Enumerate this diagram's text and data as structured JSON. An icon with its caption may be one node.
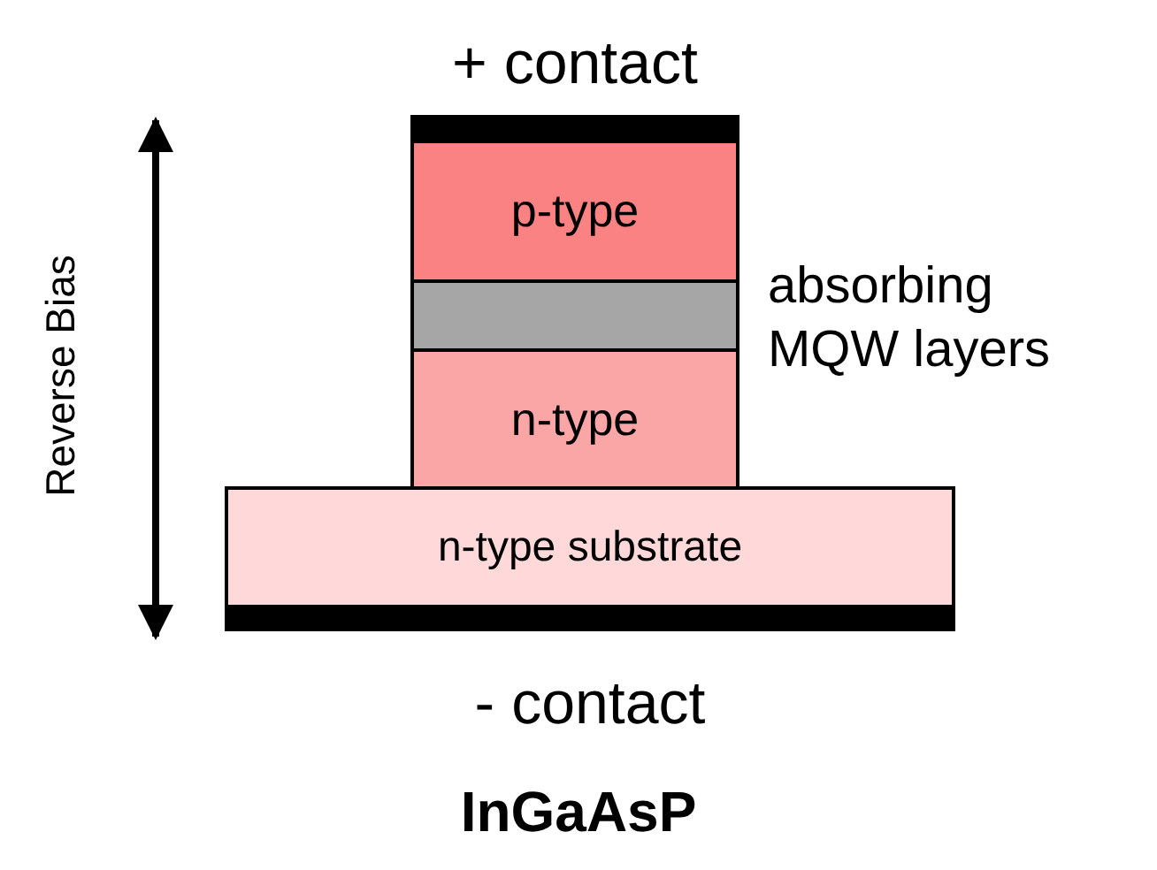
{
  "diagram": {
    "caption": "InGaAsP",
    "nodes": [
      {
        "text": [
          "+ contact"
        ]
      },
      {
        "text": [
          "p-type"
        ]
      },
      {
        "text": [],
        "shape": "box",
        "beside": [
          "absorbing MQW layers"
        ]
      },
      {
        "text": [
          "n-type"
        ]
      },
      {
        "text": [
          "n-type substrate"
        ]
      },
      {
        "text": [
          "- contact"
        ]
      }
    ],
    "labels": [
      "Reverse Bias"
    ]
  }
}
